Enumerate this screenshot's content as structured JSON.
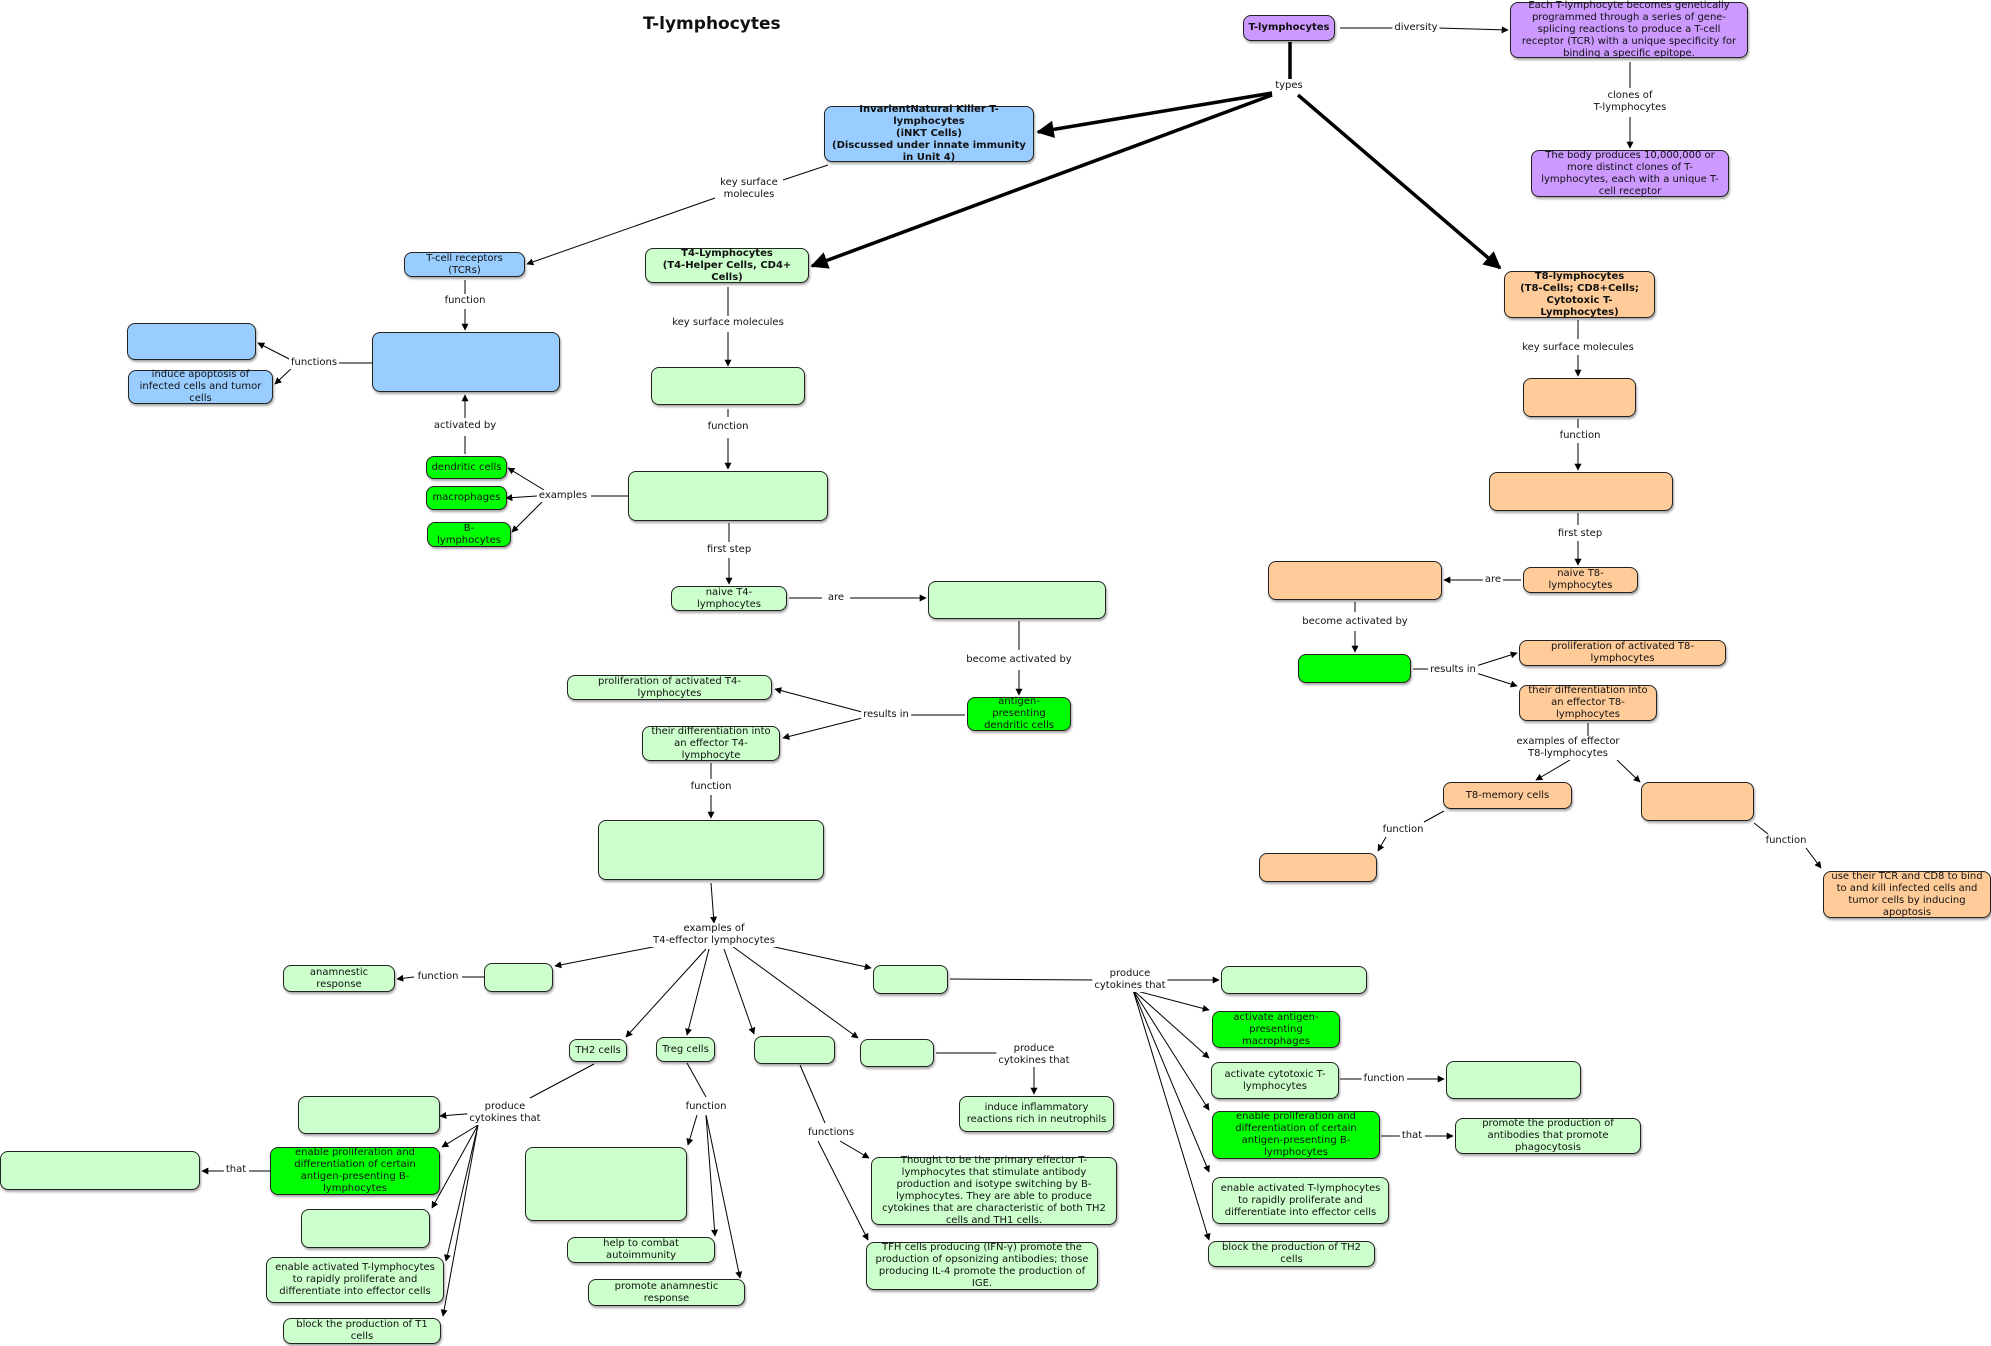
{
  "title": "T-lymphocytes",
  "colors": {
    "purple": "#cc99ff",
    "blue": "#99ccff",
    "light_green": "#ccffcc",
    "bright_green": "#00ff00",
    "orange": "#ffcc99",
    "line": "#000000"
  },
  "nodes": {
    "tlymph": "T-lymphocytes",
    "tcr_specificity": "Each T-lymphocyte becomes genetically programmed through a series of gene-splicing reactions to produce a T-cell receptor (TCR) with a unique specificity for binding a specific epitope.",
    "clones": "The body produces 10,000,000 or more distinct clones of T-lymphocytes, each with a unique T-cell receptor",
    "inkt": "InvarientNatural Killer T-lymphocytes\n(iNKT Cells)\n(Discussed under innate immunity\nin Unit 4)",
    "t4": "T4-Lymphocytes\n(T4-Helper Cells, CD4+ Cells)",
    "t8": "T8-lymphocytes\n(T8-Cells; CD8+Cells;\nCytotoxic T-Lymphocytes)",
    "tcrs": "T-cell receptors (TCRs)",
    "inkt_blank_func": "",
    "inkt_blank_a": "",
    "inkt_apoptosis": "induce apoptosis of infected cells and tumor cells",
    "dendritic": "dendritic cells",
    "macrophages": "macrophages",
    "blymph": "B-lymphocytes",
    "t4_blank_mol": "",
    "t4_blank_func": "",
    "naive_t4": "naive T4-lymphocytes",
    "t4_blank_are": "",
    "apc_dendritic": "antigen-presenting dendritic cells",
    "prolif_t4": "proliferation of activated T4-lymphocytes",
    "diff_t4": "their differentiation into an effector T4-lymphocyte",
    "t4_blank_effector_func": "",
    "anamnestic": "anamnestic response",
    "t4mem_blank": "",
    "th1_blank": "",
    "th2": "TH2 cells",
    "treg": "Treg cells",
    "tfh_blank": "",
    "th17_blank": "",
    "inflammatory": "induce inflammatory reactions rich in neutrophils",
    "th1_cyt_blank": "",
    "activate_macro": "activate antigen-presenting macrophages",
    "activate_ctl": "activate cytotoxic T-lymphocytes",
    "ctl_func_blank": "",
    "enable_prolif_b_th1": "enable proliferation and differentiation of certain antigen-presenting B-lymphocytes",
    "promote_phago": "promote the production of antibodies that promote phagocytosis",
    "enable_activated_th1": "enable activated T-lymphocytes to rapidly proliferate and differentiate into effector cells",
    "block_th2": "block the production of TH2 cells",
    "th2_cyt_blank_a": "",
    "enable_prolif_b_th2": "enable proliferation and differentiation of certain antigen-presenting B-lymphocytes",
    "th2_that_blank": "",
    "th2_cyt_blank_b": "",
    "enable_activated_th2": "enable activated T-lymphocytes to rapidly proliferate and differentiate into effector cells",
    "block_t1": "block the production of T1 cells",
    "treg_blank": "",
    "autoimmunity": "help to combat autoimmunity",
    "promote_anamnestic": "promote anamnestic response",
    "tfh_primary": "Thought to be the primary effector T-lymphocytes that stimulate antibody production and isotype switching by B-lymphocytes. They are able to produce cytokines that are characteristic of both TH2 cells and TH1 cells.",
    "tfh_ifn": "TFH cells producing (IFN-γ) promote the production of opsonizing antibodies; those producing IL-4 promote the production of IGE.",
    "t8_blank_mol": "",
    "t8_blank_func": "",
    "naive_t8": "naive T8-lymphocytes",
    "t8_blank_are": "",
    "t8_blank_activated": "",
    "prolif_t8": "proliferation of activated T8-lymphocytes",
    "diff_t8": "their differentiation into an effector T8-lymphocytes",
    "t8_memory": "T8-memory cells",
    "ctl_blank": "",
    "t8mem_func_blank": "",
    "ctl_kill": "use their TCR and CD8 to bind to and kill infected cells and tumor cells by inducing apoptosis"
  },
  "labels": {
    "diversity": "diversity",
    "clones_of": "clones of\nT-lymphocytes",
    "types": "types",
    "inkt_key_surface": "key surface\nmolecules",
    "inkt_function": "function",
    "inkt_functions": "functions",
    "activated_by": "activated by",
    "examples": "examples",
    "t4_key_surface": "key surface molecules",
    "t4_function": "function",
    "first_step": "first step",
    "are": "are",
    "become_activated_by": "become activated by",
    "results_in": "results in",
    "t4_effector_function": "function",
    "examples_t4_effector": "examples of\nT4-effector lymphocytes",
    "mem_function": "function",
    "th1_produce": "produce\ncytokines that",
    "th17_produce": "produce\ncytokines that",
    "ctl_function": "function",
    "th1_that": "that",
    "th2_produce": "produce\ncytokines that",
    "th2_that": "that",
    "treg_function": "function",
    "tfh_functions": "functions",
    "t8_key_surface": "key surface molecules",
    "t8_function": "function",
    "t8_first_step": "first step",
    "t8_are": "are",
    "t8_become_activated": "become activated by",
    "t8_results_in": "results in",
    "examples_t8_effector": "examples of effector\nT8-lymphocytes",
    "t8mem_function": "function",
    "ctl_kill_function": "function"
  }
}
